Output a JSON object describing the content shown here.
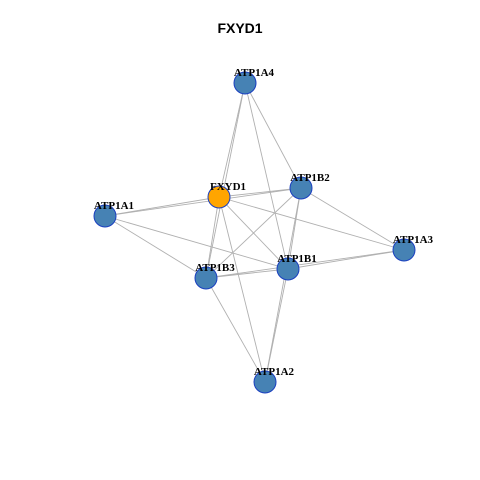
{
  "title": "FXYD1",
  "colors": {
    "query_node": "#FFA500",
    "node": "#4682B4",
    "node_border": "#1A3FC0",
    "edge": "#B0B0B0"
  },
  "nodes": [
    {
      "id": "FXYD1",
      "label": "FXYD1",
      "role": "query"
    },
    {
      "id": "ATP1A4",
      "label": "ATP1A4",
      "role": "partner"
    },
    {
      "id": "ATP1B2",
      "label": "ATP1B2",
      "role": "partner"
    },
    {
      "id": "ATP1A1",
      "label": "ATP1A1",
      "role": "partner"
    },
    {
      "id": "ATP1A3",
      "label": "ATP1A3",
      "role": "partner"
    },
    {
      "id": "ATP1B3",
      "label": "ATP1B3",
      "role": "partner"
    },
    {
      "id": "ATP1B1",
      "label": "ATP1B1",
      "role": "partner"
    },
    {
      "id": "ATP1A2",
      "label": "ATP1A2",
      "role": "partner"
    }
  ],
  "edges": [
    [
      "FXYD1",
      "ATP1A4"
    ],
    [
      "FXYD1",
      "ATP1B2"
    ],
    [
      "FXYD1",
      "ATP1A1"
    ],
    [
      "FXYD1",
      "ATP1A3"
    ],
    [
      "FXYD1",
      "ATP1B3"
    ],
    [
      "FXYD1",
      "ATP1B1"
    ],
    [
      "FXYD1",
      "ATP1A2"
    ],
    [
      "ATP1A4",
      "ATP1B2"
    ],
    [
      "ATP1A4",
      "ATP1B3"
    ],
    [
      "ATP1A4",
      "ATP1B1"
    ],
    [
      "ATP1B2",
      "ATP1A1"
    ],
    [
      "ATP1B2",
      "ATP1B3"
    ],
    [
      "ATP1B2",
      "ATP1B1"
    ],
    [
      "ATP1B2",
      "ATP1A3"
    ],
    [
      "ATP1B2",
      "ATP1A2"
    ],
    [
      "ATP1A1",
      "ATP1B3"
    ],
    [
      "ATP1A1",
      "ATP1B1"
    ],
    [
      "ATP1A3",
      "ATP1B1"
    ],
    [
      "ATP1A3",
      "ATP1B3"
    ],
    [
      "ATP1B3",
      "ATP1B1"
    ],
    [
      "ATP1B3",
      "ATP1A2"
    ],
    [
      "ATP1B1",
      "ATP1A2"
    ]
  ]
}
